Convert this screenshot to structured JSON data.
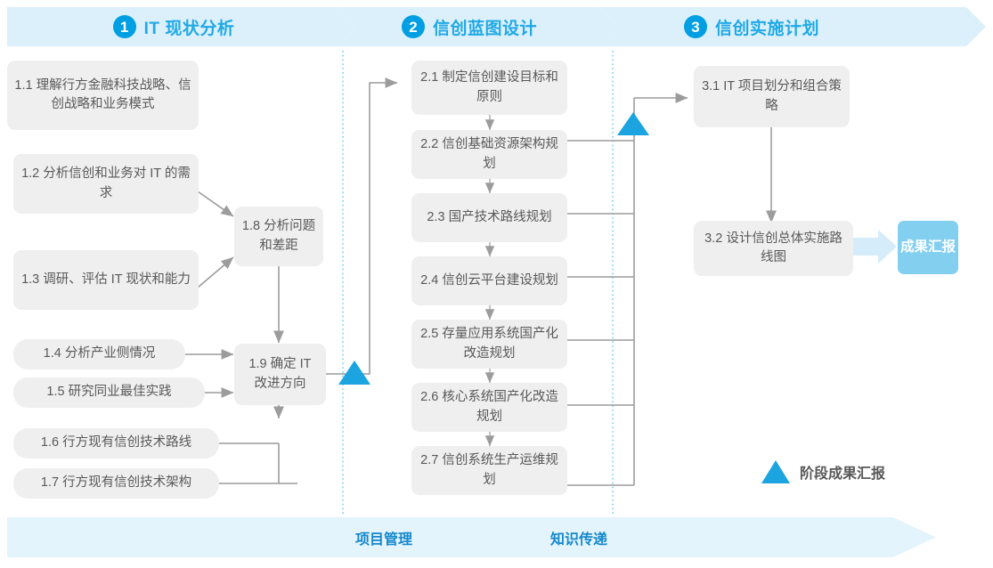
{
  "phases": [
    {
      "num": "1",
      "title": "IT 现状分析"
    },
    {
      "num": "2",
      "title": "信创蓝图设计"
    },
    {
      "num": "3",
      "title": "信创实施计划"
    }
  ],
  "phase1_tasks": [
    {
      "id": "1.1",
      "label": "1.1 理解行方金融科技战略、信创战略和业务模式"
    },
    {
      "id": "1.2",
      "label": "1.2 分析信创和业务对 IT 的需求"
    },
    {
      "id": "1.3",
      "label": "1.3 调研、评估 IT 现状和能力"
    },
    {
      "id": "1.4",
      "label": "1.4 分析产业侧情况"
    },
    {
      "id": "1.5",
      "label": "1.5 研究同业最佳实践"
    },
    {
      "id": "1.6",
      "label": "1.6 行方现有信创技术路线"
    },
    {
      "id": "1.7",
      "label": "1.7 行方现有信创技术架构"
    },
    {
      "id": "1.8",
      "label": "1.8 分析问题和差距"
    },
    {
      "id": "1.9",
      "label": "1.9 确定 IT 改进方向"
    }
  ],
  "phase2_tasks": [
    {
      "id": "2.1",
      "label": "2.1 制定信创建设目标和原则"
    },
    {
      "id": "2.2",
      "label": "2.2 信创基础资源架构规划"
    },
    {
      "id": "2.3",
      "label": "2.3 国产技术路线规划"
    },
    {
      "id": "2.4",
      "label": "2.4 信创云平台建设规划"
    },
    {
      "id": "2.5",
      "label": "2.5 存量应用系统国产化改造规划"
    },
    {
      "id": "2.6",
      "label": "2.6 核心系统国产化改造规划"
    },
    {
      "id": "2.7",
      "label": "2.7 信创系统生产运维规划"
    }
  ],
  "phase3_tasks": [
    {
      "id": "3.1",
      "label": "3.1 IT 项目划分和组合策略"
    },
    {
      "id": "3.2",
      "label": "3.2 设计信创总体实施路线图"
    }
  ],
  "result_badge": {
    "label": "成果汇报"
  },
  "legend": {
    "label": "阶段成果汇报",
    "marker": "triangle-up"
  },
  "footer": {
    "labels": [
      "项目管理",
      "知识传递"
    ]
  },
  "colors": {
    "phase_band": "#DCF0FB",
    "accent_blue": "#1FA9E6",
    "circle_blue": "#009FE3",
    "milestone_triangle": "#1BA4E0",
    "box_gray": "#EFEFEF",
    "box_text": "#595959",
    "result_badge": "#82CFF0",
    "footer_band": "#E4F4FC",
    "footer_text": "#1488CC",
    "connector": "#9C9C9C",
    "divider_dotted": "#3BB7E8"
  }
}
